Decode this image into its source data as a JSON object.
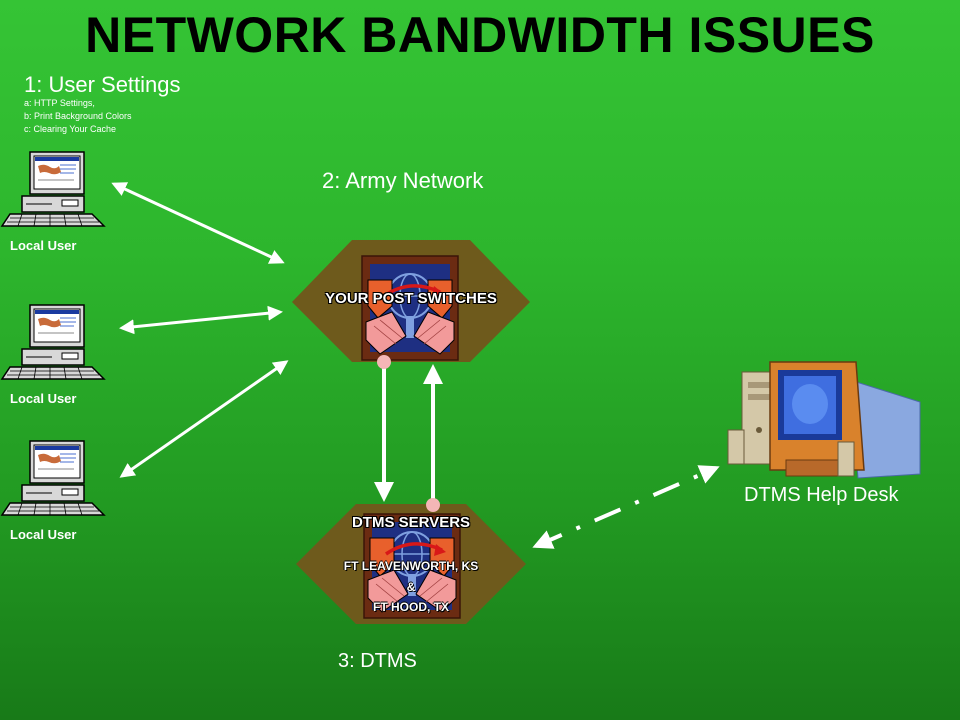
{
  "title": "NETWORK BANDWIDTH ISSUES",
  "section1": {
    "heading": "1:  User Settings",
    "items": [
      "a: HTTP Settings,",
      "b: Print Background Colors",
      "c: Clearing Your Cache"
    ]
  },
  "section2": {
    "heading": "2:  Army Network"
  },
  "section3": {
    "heading": "3:  DTMS"
  },
  "local_user_label": "Local User",
  "post_switches": {
    "label": "YOUR POST SWITCHES"
  },
  "servers": {
    "label": "DTMS SERVERS",
    "location_lines": [
      "FT LEAVENWORTH, KS",
      "&",
      "FT HOOD, TX"
    ]
  },
  "help_desk": {
    "label": "DTMS Help Desk"
  },
  "colors": {
    "background": "#2db62d",
    "hexagon": "#6e5a1c",
    "arrow": "#ffffff",
    "connector_dot": "#f4b6b6"
  }
}
